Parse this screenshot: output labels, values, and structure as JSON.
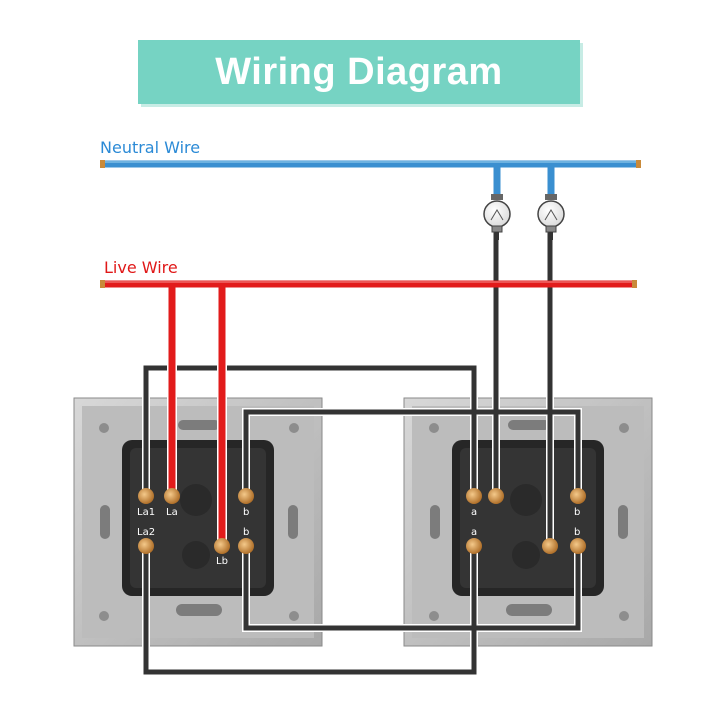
{
  "title": "Wiring Diagram",
  "colors": {
    "banner": "#76d3c3",
    "neutral_wire": "#3a8fd0",
    "live_wire": "#e21b1b",
    "switch_wire": "#333333",
    "label_neutral": "#2b8ad6",
    "label_live": "#e01818"
  },
  "wires": {
    "neutral_label": "Neutral Wire",
    "live_label": "Live Wire"
  },
  "switches": [
    {
      "name": "left-switch",
      "terminals": [
        "La1",
        "La",
        "b",
        "La2",
        "Lb",
        "b"
      ]
    },
    {
      "name": "right-switch",
      "terminals": [
        "a",
        "a",
        "b",
        "b"
      ]
    }
  ],
  "icons": [
    "bulb-icon",
    "bulb-icon"
  ]
}
